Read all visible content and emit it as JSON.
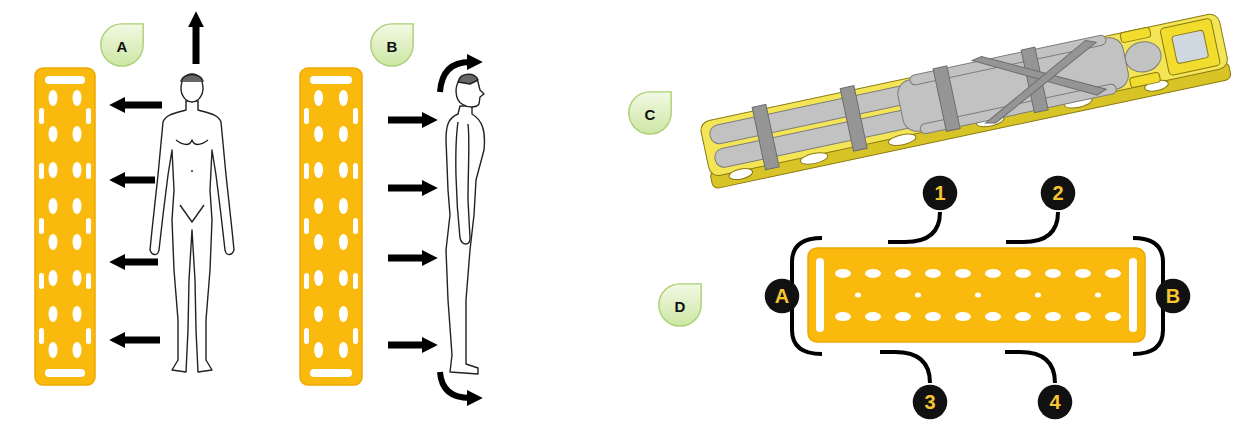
{
  "diagram": {
    "nodes": [
      {
        "text": [
          "A"
        ]
      },
      {
        "text": [
          "B"
        ]
      },
      {
        "text": [
          "C"
        ]
      },
      {
        "text": [
          "D"
        ]
      },
      {
        "text": [
          "1"
        ]
      },
      {
        "text": [
          "2"
        ]
      },
      {
        "text": [
          "A"
        ]
      },
      {
        "text": [
          "B"
        ]
      },
      {
        "text": [
          "3"
        ]
      },
      {
        "text": [
          "4"
        ]
      }
    ]
  }
}
